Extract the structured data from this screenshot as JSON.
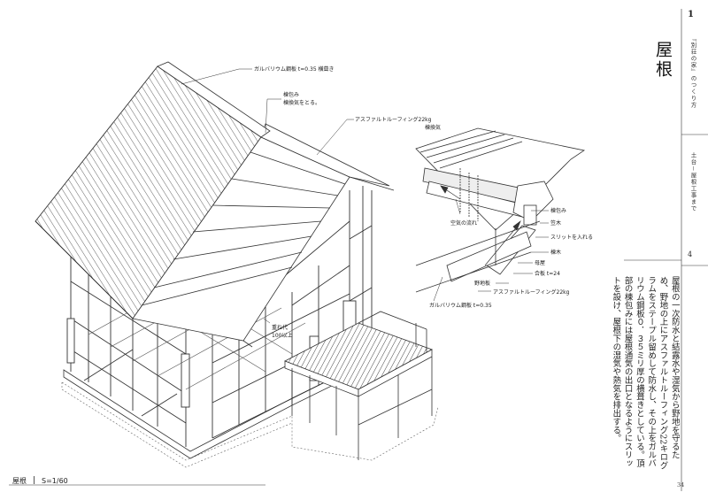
{
  "sidebar": {
    "chapter_number": "1",
    "series_title": "『別荘の家』のつくり方",
    "section_title": "土台－屋根工事まで",
    "section_number": "4"
  },
  "heading": {
    "title": "屋根"
  },
  "body_text": "屋根の一次防水と結露水や湿気から野地を守るため、野地の上にアスファルトルーフィング22キログラムをステープル留めして防水し、その上をガルバリウム鋼板０．３５ミリ厚の横葺きとしている。頂部の棟包みには屋根通気の出口となるようにスリットを設け、屋根下の湿気や熱気を排出する。",
  "callouts": {
    "galvalume_top": "ガルバリウム鋼板 t=0.35 横葺き",
    "ridge_cover_1": "棟包み",
    "ridge_cover_2": "棟換気をとる。",
    "asphalt_top": "アスファルトルーフィング22kg",
    "overlap_1": "重ね代",
    "overlap_2": "100以上",
    "ridge_vent": "棟換気",
    "air_flow": "空気の流れ",
    "munetsutsumi": "棟包み",
    "kasagi": "笠木",
    "slit": "スリットを入れる",
    "munagi": "棟木",
    "moya": "母屋",
    "plywood": "合板 t=24",
    "nojiita": "野地板",
    "asphalt_detail": "アスファルトルーフィング22kg",
    "galvalume_detail": "ガルバリウム鋼板 t=0.35"
  },
  "caption": {
    "name": "屋根",
    "scale": "S=1/60"
  },
  "page_number": "34"
}
